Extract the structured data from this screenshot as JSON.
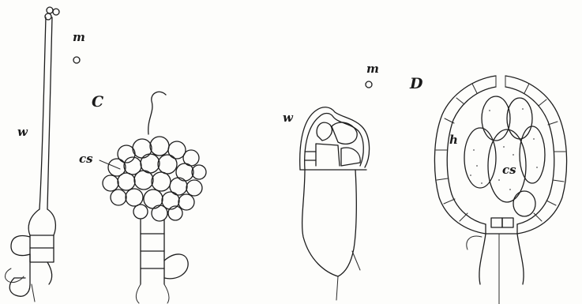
{
  "figure": {
    "labels": {
      "m_left": "m",
      "w_left": "w",
      "c_panel": "C",
      "cs_left": "cs",
      "m_right": "m",
      "d_panel": "D",
      "w_right": "w",
      "h_right": "h",
      "cs_right": "cs"
    }
  }
}
